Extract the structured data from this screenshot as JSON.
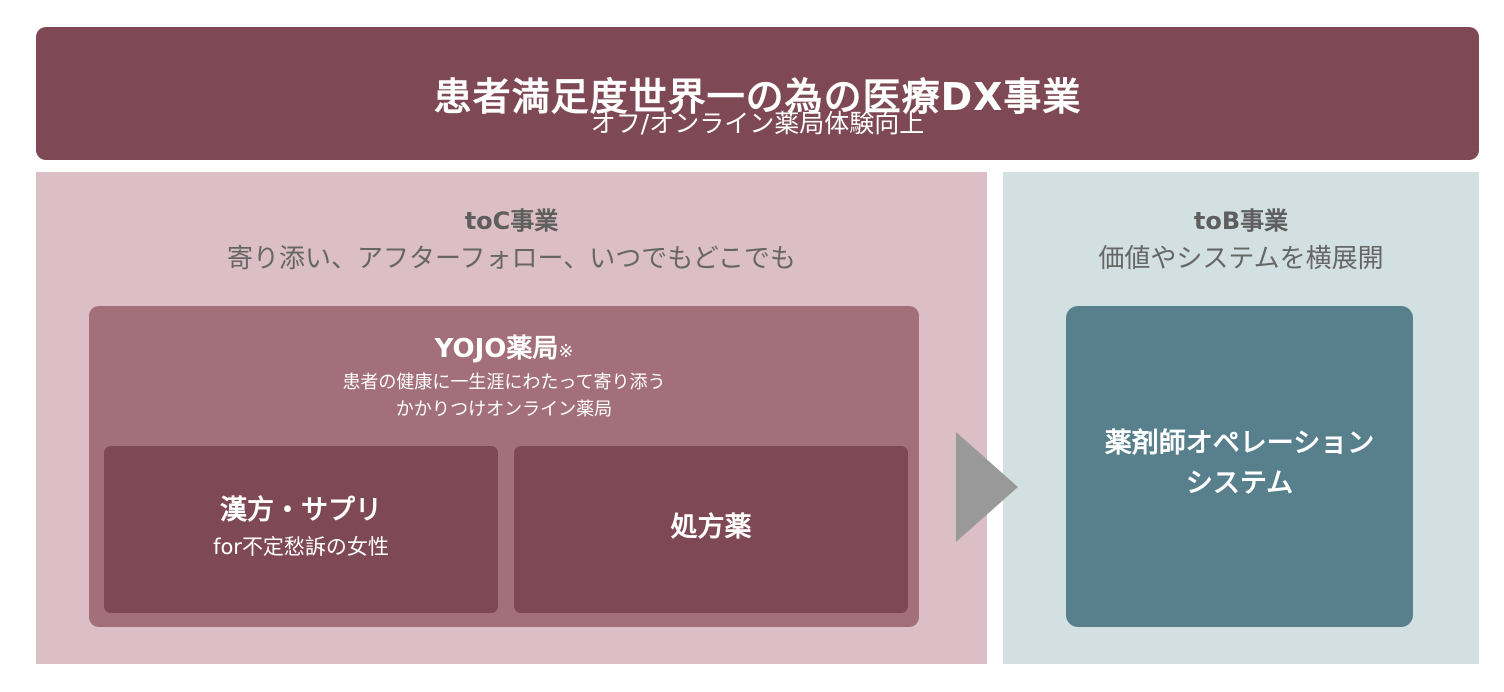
{
  "header": {
    "title": "患者満足度世界一の為の医療DX事業",
    "subtitle": "オフ/オンライン薬局体験向上"
  },
  "toc": {
    "title": "toC事業",
    "subtitle": "寄り添い、アフターフォロー、いつでもどこでも",
    "yojo": {
      "name": "YOJO薬局",
      "mark": "※",
      "desc_line1": "患者の健康に一生涯にわたって寄り添う",
      "desc_line2": "かかりつけオンライン薬局"
    },
    "kampo": {
      "title": "漢方・サプリ",
      "subtitle": "for不定愁訴の女性"
    },
    "prescription": {
      "title": "処方薬"
    }
  },
  "tob": {
    "title": "toB事業",
    "subtitle": "価値やシステムを横展開",
    "system_line1": "薬剤師オペレーション",
    "system_line2": "システム"
  },
  "colors": {
    "banner": "#7e4855",
    "toc_panel": "#dcbfc6",
    "tob_panel": "#d2e0e1",
    "yojo_box": "#a36f7a",
    "inner_box": "#7e4855",
    "system_box": "#577f8c",
    "arrow": "#999999"
  },
  "icons": {
    "arrow": "right-arrow-icon"
  }
}
